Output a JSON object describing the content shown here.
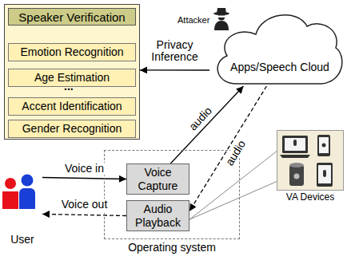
{
  "diagram": {
    "nodes": [
      {
        "text": [
          "Speaker Verification"
        ]
      },
      {
        "text": [
          "Emotion Recognition"
        ],
        "in": 0
      },
      {
        "text": [
          "Age Estimation"
        ],
        "in": 0
      },
      {
        "text": [
          "Accent Identification"
        ],
        "in": 0
      },
      {
        "text": [
          "Gender Recognition"
        ],
        "in": 0
      },
      {
        "text": [
          "Apps/Speech Cloud"
        ]
      },
      {
        "text": [
          "Operating system"
        ]
      },
      {
        "text": [
          "Voice Capture"
        ],
        "in": 6
      },
      {
        "text": [
          "Audio Playback"
        ],
        "in": 6
      },
      {
        "text": [
          "User"
        ]
      },
      {
        "text": [
          "VA Devices"
        ]
      }
    ],
    "edges": [
      {
        "from": 5,
        "to": 0,
        "arrow": "to",
        "label": "Privacy Inference"
      },
      {
        "from": 9,
        "to": 7,
        "arrow": "to",
        "label": "Voice in"
      },
      {
        "from": 8,
        "to": 9,
        "arrow": "to",
        "label": "Voice out"
      },
      {
        "from": 7,
        "to": 5,
        "arrow": "to",
        "label": "audio"
      },
      {
        "from": 5,
        "to": 8,
        "arrow": "to",
        "label": "audio"
      },
      {
        "from": 10,
        "to": 8,
        "arrow": "none"
      }
    ],
    "labels": [
      "Attacker",
      "..."
    ]
  }
}
